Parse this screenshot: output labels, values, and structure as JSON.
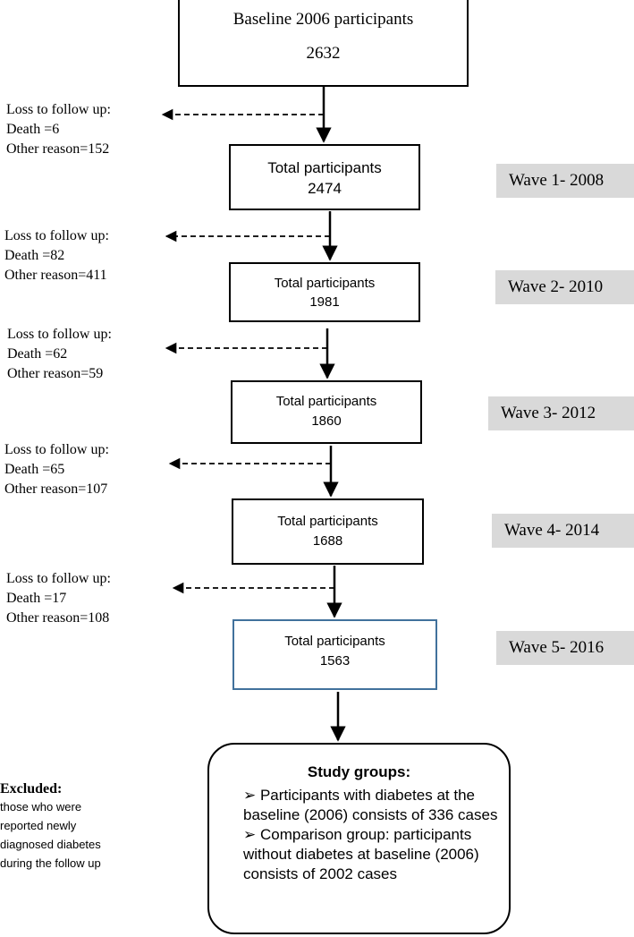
{
  "baseline": {
    "title": "Baseline 2006 participants",
    "count": "2632"
  },
  "stages": [
    {
      "label": "Total participants",
      "count": "2474",
      "wave": "Wave 1- 2008"
    },
    {
      "label": "Total participants",
      "count": "1981",
      "wave": "Wave 2- 2010"
    },
    {
      "label": "Total participants",
      "count": "1860",
      "wave": "Wave 3- 2012"
    },
    {
      "label": "Total participants",
      "count": "1688",
      "wave": "Wave 4- 2014"
    },
    {
      "label": "Total participants",
      "count": "1563",
      "wave": "Wave 5- 2016"
    }
  ],
  "losses": [
    {
      "heading": "Loss to follow up:",
      "death": "Death =6",
      "other": "Other reason=152"
    },
    {
      "heading": "Loss to follow up:",
      "death": "Death =82",
      "other": "Other reason=411"
    },
    {
      "heading": "Loss to follow up:",
      "death": "Death =62",
      "other": "Other reason=59"
    },
    {
      "heading": "Loss to follow up:",
      "death": "Death =65",
      "other": "Other reason=107"
    },
    {
      "heading": "Loss to follow up:",
      "death": "Death =17",
      "other": "Other reason=108"
    }
  ],
  "study_groups": {
    "title": "Study groups:",
    "items": [
      "➢ Participants with diabetes at the baseline (2006) consists of 336 cases",
      "➢ Comparison group: participants without diabetes at baseline (2006) consists of 2002 cases"
    ]
  },
  "excluded": {
    "heading": "Excluded:",
    "lines": [
      "those who were",
      "reported newly",
      "diagnosed diabetes",
      "during the follow up"
    ]
  },
  "colors": {
    "last_box_border": "#41719c",
    "wave_bg": "#d9d9d9"
  }
}
